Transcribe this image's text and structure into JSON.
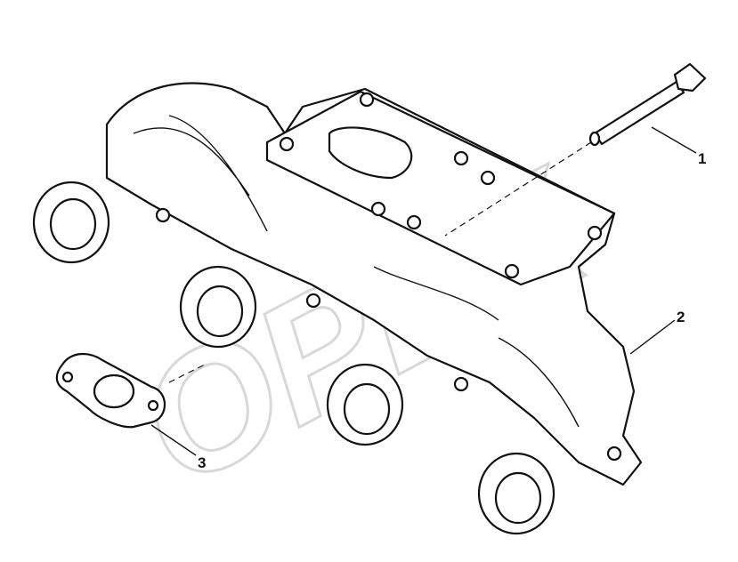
{
  "diagram": {
    "watermark": "OPEX",
    "callouts": [
      {
        "label": "1",
        "part": "bolt"
      },
      {
        "label": "2",
        "part": "exhaust-manifold"
      },
      {
        "label": "3",
        "part": "gasket"
      }
    ]
  }
}
